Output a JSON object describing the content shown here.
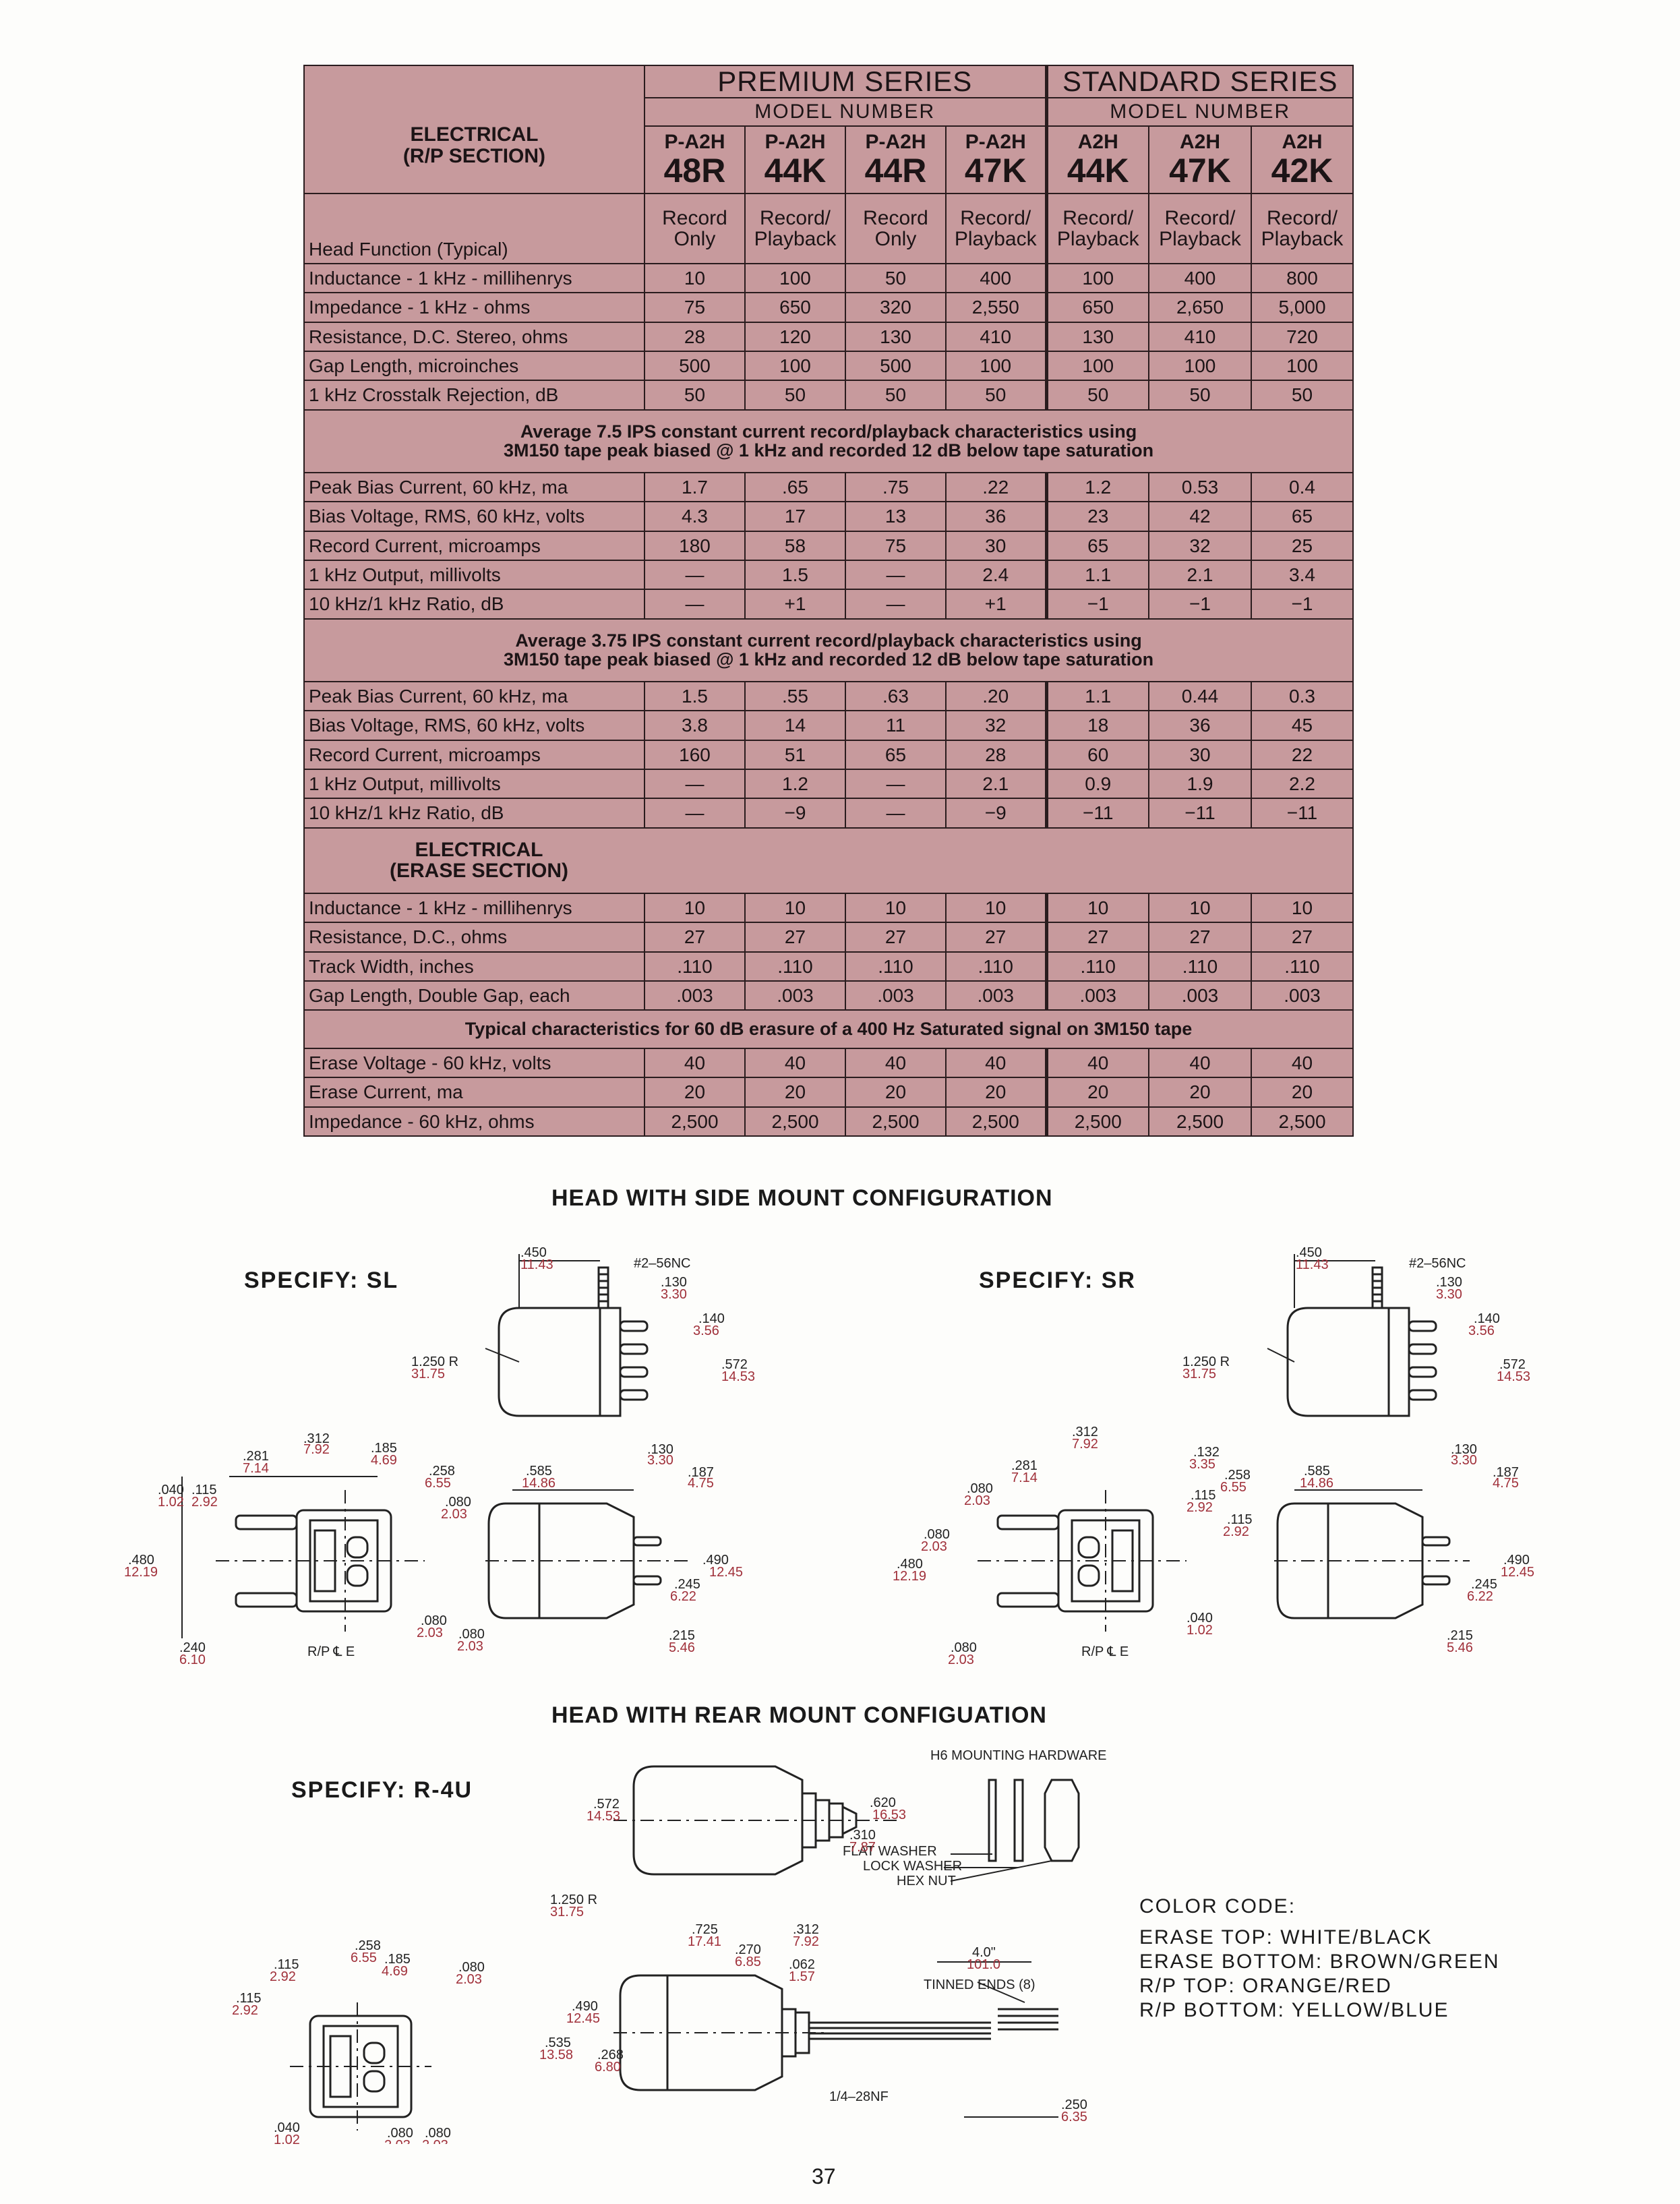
{
  "table": {
    "premium_series": "PREMIUM SERIES",
    "standard_series": "STANDARD SERIES",
    "model_number": "MODEL NUMBER",
    "rp_section_line1": "ELECTRICAL",
    "rp_section_line2": "(R/P SECTION)",
    "models": [
      {
        "prefix": "P-A2H",
        "code": "48R"
      },
      {
        "prefix": "P-A2H",
        "code": "44K"
      },
      {
        "prefix": "P-A2H",
        "code": "44R"
      },
      {
        "prefix": "P-A2H",
        "code": "47K"
      },
      {
        "prefix": "A2H",
        "code": "44K"
      },
      {
        "prefix": "A2H",
        "code": "47K"
      },
      {
        "prefix": "A2H",
        "code": "42K"
      }
    ],
    "head_function_label": "Head Function (Typical)",
    "head_functions": [
      [
        "Record",
        "Only"
      ],
      [
        "Record/",
        "Playback"
      ],
      [
        "Record",
        "Only"
      ],
      [
        "Record/",
        "Playback"
      ],
      [
        "Record/",
        "Playback"
      ],
      [
        "Record/",
        "Playback"
      ],
      [
        "Record/",
        "Playback"
      ]
    ],
    "rp_rows": [
      {
        "label": "Inductance - 1 kHz - millihenrys",
        "values": [
          "10",
          "100",
          "50",
          "400",
          "100",
          "400",
          "800"
        ]
      },
      {
        "label": "Impedance - 1 kHz - ohms",
        "values": [
          "75",
          "650",
          "320",
          "2,550",
          "650",
          "2,650",
          "5,000"
        ]
      },
      {
        "label": "Resistance, D.C. Stereo, ohms",
        "values": [
          "28",
          "120",
          "130",
          "410",
          "130",
          "410",
          "720"
        ]
      },
      {
        "label": "Gap Length, microinches",
        "values": [
          "500",
          "100",
          "500",
          "100",
          "100",
          "100",
          "100"
        ]
      },
      {
        "label": "1 kHz Crosstalk Rejection, dB",
        "values": [
          "50",
          "50",
          "50",
          "50",
          "50",
          "50",
          "50"
        ]
      }
    ],
    "note_75_line1": "Average 7.5 IPS constant current record/playback characteristics using",
    "note_75_line2": "3M150 tape peak biased @ 1 kHz and recorded 12 dB below tape saturation",
    "ips75_rows": [
      {
        "label": "Peak Bias Current, 60 kHz, ma",
        "values": [
          "1.7",
          ".65",
          ".75",
          ".22",
          "1.2",
          "0.53",
          "0.4"
        ]
      },
      {
        "label": "Bias Voltage, RMS, 60 kHz, volts",
        "values": [
          "4.3",
          "17",
          "13",
          "36",
          "23",
          "42",
          "65"
        ]
      },
      {
        "label": "Record Current, microamps",
        "values": [
          "180",
          "58",
          "75",
          "30",
          "65",
          "32",
          "25"
        ]
      },
      {
        "label": "1 kHz Output, millivolts",
        "values": [
          "—",
          "1.5",
          "—",
          "2.4",
          "1.1",
          "2.1",
          "3.4"
        ]
      },
      {
        "label": "10 kHz/1 kHz Ratio, dB",
        "values": [
          "—",
          "+1",
          "—",
          "+1",
          "−1",
          "−1",
          "−1"
        ]
      }
    ],
    "note_375_line1": "Average 3.75 IPS constant current record/playback characteristics using",
    "note_375_line2": "3M150 tape peak biased @ 1 kHz and recorded 12 dB below tape saturation",
    "ips375_rows": [
      {
        "label": "Peak Bias Current, 60 kHz, ma",
        "values": [
          "1.5",
          ".55",
          ".63",
          ".20",
          "1.1",
          "0.44",
          "0.3"
        ]
      },
      {
        "label": "Bias Voltage, RMS, 60 kHz, volts",
        "values": [
          "3.8",
          "14",
          "11",
          "32",
          "18",
          "36",
          "45"
        ]
      },
      {
        "label": "Record Current, microamps",
        "values": [
          "160",
          "51",
          "65",
          "28",
          "60",
          "30",
          "22"
        ]
      },
      {
        "label": "1 kHz Output, millivolts",
        "values": [
          "—",
          "1.2",
          "—",
          "2.1",
          "0.9",
          "1.9",
          "2.2"
        ]
      },
      {
        "label": "10 kHz/1 kHz Ratio, dB",
        "values": [
          "—",
          "−9",
          "—",
          "−9",
          "−11",
          "−11",
          "−11"
        ]
      }
    ],
    "erase_section_line1": "ELECTRICAL",
    "erase_section_line2": "(ERASE SECTION)",
    "erase_rows": [
      {
        "label": "Inductance - 1 kHz - millihenrys",
        "values": [
          "10",
          "10",
          "10",
          "10",
          "10",
          "10",
          "10"
        ]
      },
      {
        "label": "Resistance, D.C., ohms",
        "values": [
          "27",
          "27",
          "27",
          "27",
          "27",
          "27",
          "27"
        ]
      },
      {
        "label": "Track Width, inches",
        "values": [
          ".110",
          ".110",
          ".110",
          ".110",
          ".110",
          ".110",
          ".110"
        ]
      },
      {
        "label": "Gap Length, Double Gap, each",
        "values": [
          ".003",
          ".003",
          ".003",
          ".003",
          ".003",
          ".003",
          ".003"
        ]
      }
    ],
    "note_erase": "Typical characteristics for 60 dB erasure of a 400 Hz Saturated signal on 3M150 tape",
    "erase_char_rows": [
      {
        "label": "Erase Voltage - 60 kHz, volts",
        "values": [
          "40",
          "40",
          "40",
          "40",
          "40",
          "40",
          "40"
        ]
      },
      {
        "label": "Erase Current, ma",
        "values": [
          "20",
          "20",
          "20",
          "20",
          "20",
          "20",
          "20"
        ]
      },
      {
        "label": "Impedance - 60 kHz, ohms",
        "values": [
          "2,500",
          "2,500",
          "2,500",
          "2,500",
          "2,500",
          "2,500",
          "2,500"
        ]
      }
    ]
  },
  "side_mount": {
    "title": "HEAD WITH SIDE MOUNT CONFIGURATION",
    "specify_sl": "SPECIFY: SL",
    "specify_sr": "SPECIFY: SR",
    "dims": {
      "d450": ".450",
      "d450mm": "11.43",
      "screw": "#2–56NC",
      "d130": ".130",
      "d130mm": "3.30",
      "d140": ".140",
      "d140mm": "3.56",
      "d572": ".572",
      "d572mm": "14.53",
      "d1250": "1.250 R",
      "d1250mm": "31.75",
      "d312": ".312",
      "d312mm": "7.92",
      "d185": ".185",
      "d185mm": "4.69",
      "d281": ".281",
      "d281mm": "7.14",
      "d258": ".258",
      "d258mm": "6.55",
      "d080": ".080",
      "d080mm": "2.03",
      "d040": ".040",
      "d040mm": "1.02",
      "d115": ".115",
      "d115mm": "2.92",
      "d480": ".480",
      "d480mm": "12.19",
      "d240": ".240",
      "d240mm": "6.10",
      "d585": ".585",
      "d585mm": "14.86",
      "d187": ".187",
      "d187mm": "4.75",
      "d490": ".490",
      "d490mm": "12.45",
      "d245": ".245",
      "d245mm": "6.22",
      "d215": ".215",
      "d215mm": "5.46",
      "d132": ".132",
      "d132mm": "3.35",
      "rpce": "R/P ℄ E"
    }
  },
  "rear_mount": {
    "title": "HEAD WITH REAR MOUNT CONFIGUATION",
    "specify": "SPECIFY: R-4U",
    "hardware": "H6 MOUNTING HARDWARE",
    "flat_washer": "FLAT WASHER",
    "lock_washer": "LOCK WASHER",
    "hex_nut": "HEX NUT",
    "tinned_ends": "TINNED ENDS (8)",
    "d40": "4.0\"",
    "d40mm": "101.0",
    "d620": ".620",
    "d620mm": "16.53",
    "d310": ".310",
    "d310mm": "7.87",
    "d725": ".725",
    "d725mm": "17.41",
    "d270": ".270",
    "d270mm": "6.85",
    "d062": ".062",
    "d062mm": "1.57",
    "d535": ".535",
    "d535mm": "13.58",
    "d268": ".268",
    "d268mm": "6.80",
    "d250": ".250",
    "d250mm": "6.35",
    "thread": "1/4–28NF"
  },
  "color_code": {
    "title": "COLOR CODE:",
    "lines": [
      "ERASE TOP: WHITE/BLACK",
      "ERASE BOTTOM: BROWN/GREEN",
      "R/P TOP: ORANGE/RED",
      "R/P BOTTOM: YELLOW/BLUE"
    ]
  },
  "page_number": "37"
}
